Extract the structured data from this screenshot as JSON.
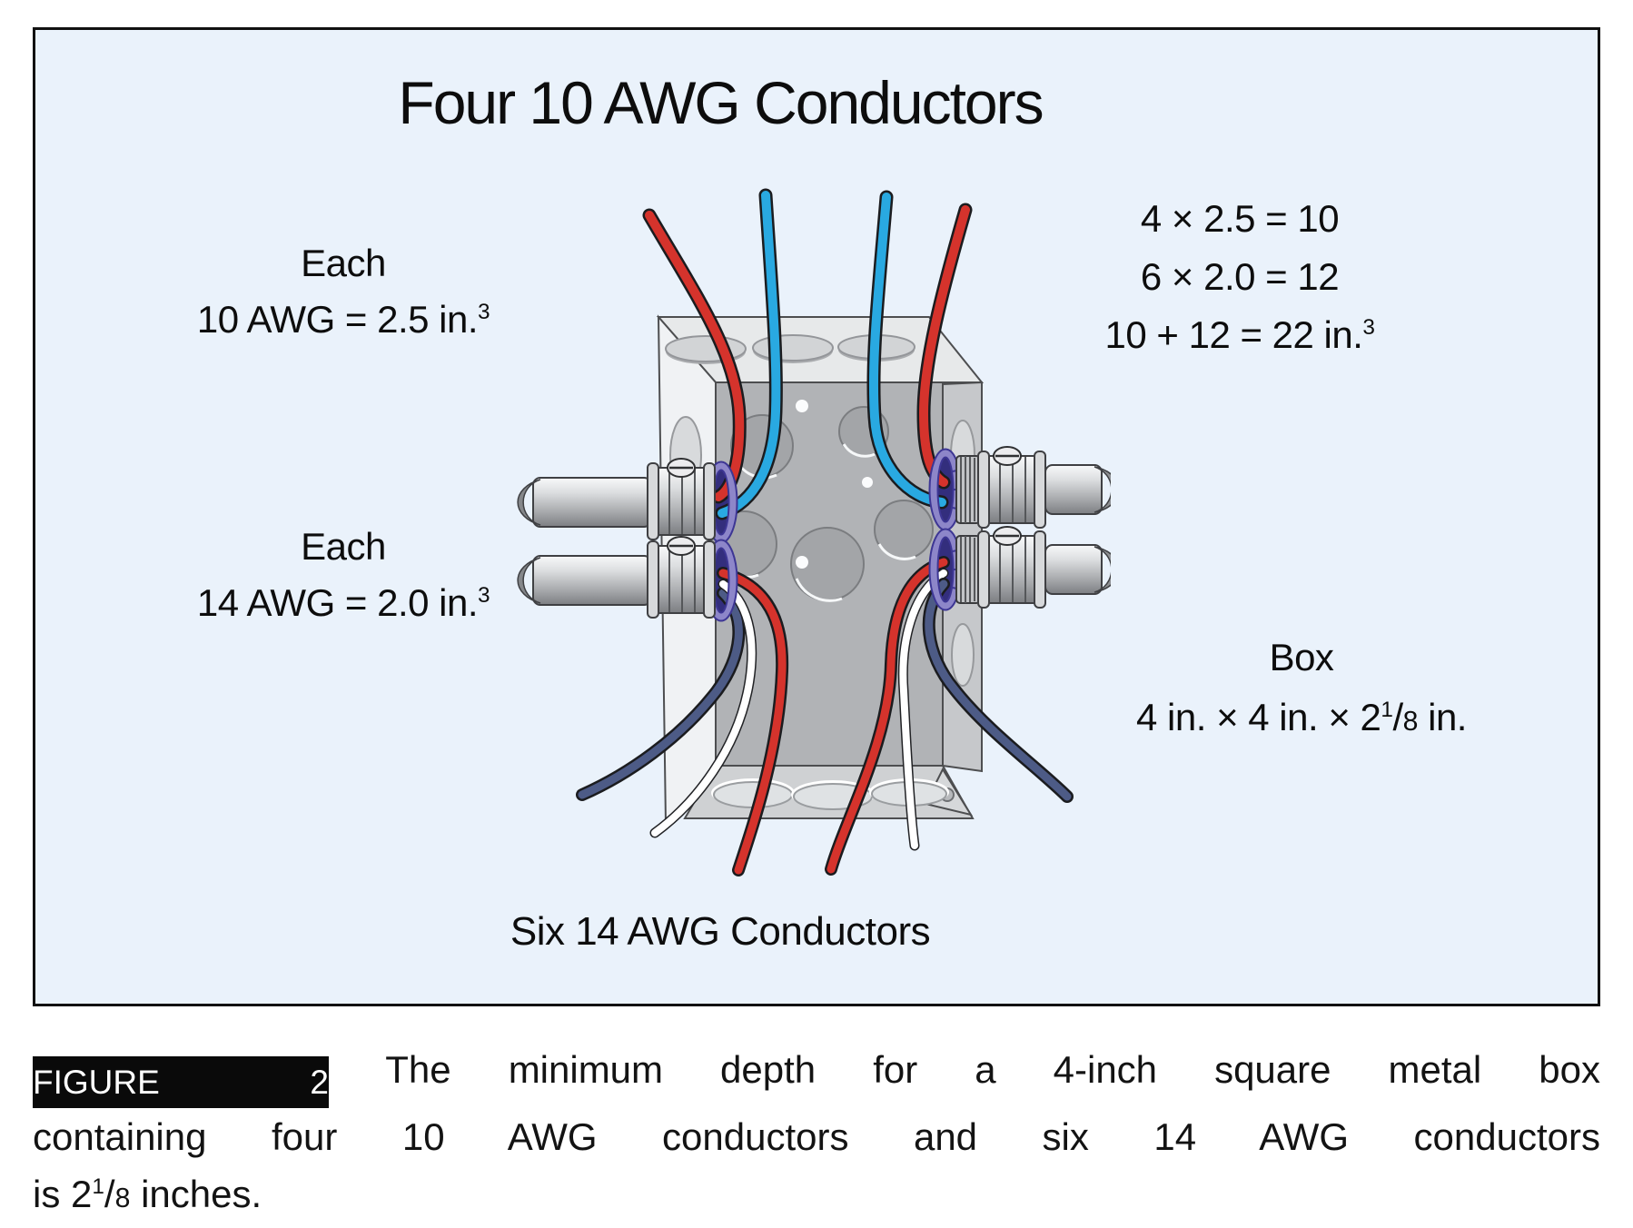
{
  "figure_panel": {
    "title": "Four 10 AWG Conductors",
    "label_each_10awg": {
      "line1": "Each",
      "line2": "10 AWG = 2.5 in.",
      "exp": "3"
    },
    "label_each_14awg": {
      "line1": "Each",
      "line2": "14 AWG = 2.0 in.",
      "exp": "3"
    },
    "calculation": {
      "line1": "4 × 2.5 = 10",
      "line2": "6 × 2.0 = 12",
      "line3": "10 + 12 = 22 in.",
      "line3_exp": "3"
    },
    "box_label": {
      "line1": "Box",
      "dims_pre": "4 in. × 4 in. × 2",
      "frac_num": "1",
      "frac_slash": "/",
      "frac_den": "8",
      "dims_post": " in."
    },
    "bottom_label": "Six 14 AWG Conductors"
  },
  "caption": {
    "badge_label": "FIGURE 2",
    "line1": "The minimum depth for a 4-inch square metal box",
    "line2": "containing four 10 AWG conductors and six 14 AWG conductors",
    "line3_pre": "is 2",
    "frac_num": "1",
    "frac_slash": "/",
    "frac_den": "8",
    "line3_post": " inches."
  },
  "illustration": {
    "subject": "4-inch square metal junction box with four conduit connectors; four 10 AWG conductors enter the top, six 14 AWG conductors exit the bottom",
    "colors": {
      "panel_background": "#eaf2fb",
      "panel_border": "#111111",
      "badge_background": "#0a0a0a",
      "badge_text": "#ffffff",
      "wire_red": "#d5332c",
      "wire_blue": "#29a9e1",
      "wire_navy": "#4d5b86",
      "wire_white": "#ffffff",
      "wire_outline": "#1b1c1f",
      "locknut_purple": "#8d86c9",
      "locknut_dark": "#3d3694",
      "box_metal_light": "#e7e9ea",
      "box_metal_interior": "#b1b3b6"
    }
  }
}
